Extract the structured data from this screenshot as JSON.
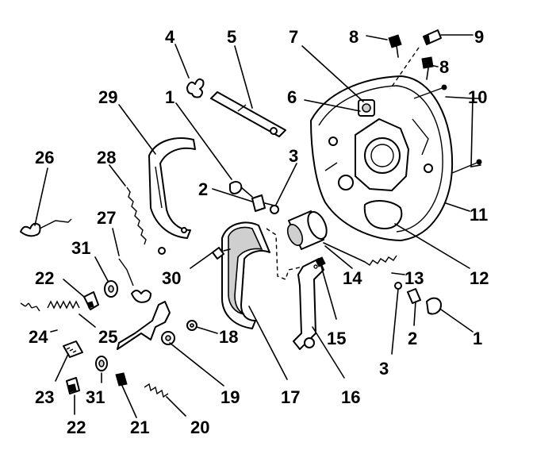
{
  "diagram": {
    "callouts": [
      {
        "id": "c1a",
        "text": "1"
      },
      {
        "id": "c1b",
        "text": "1"
      },
      {
        "id": "c2a",
        "text": "2"
      },
      {
        "id": "c2b",
        "text": "2"
      },
      {
        "id": "c3a",
        "text": "3"
      },
      {
        "id": "c3b",
        "text": "3"
      },
      {
        "id": "c4",
        "text": "4"
      },
      {
        "id": "c5",
        "text": "5"
      },
      {
        "id": "c6",
        "text": "6"
      },
      {
        "id": "c7",
        "text": "7"
      },
      {
        "id": "c8a",
        "text": "8"
      },
      {
        "id": "c8b",
        "text": "8"
      },
      {
        "id": "c9",
        "text": "9"
      },
      {
        "id": "c10",
        "text": "10"
      },
      {
        "id": "c11",
        "text": "11"
      },
      {
        "id": "c12",
        "text": "12"
      },
      {
        "id": "c13",
        "text": "13"
      },
      {
        "id": "c14",
        "text": "14"
      },
      {
        "id": "c15",
        "text": "15"
      },
      {
        "id": "c16",
        "text": "16"
      },
      {
        "id": "c17",
        "text": "17"
      },
      {
        "id": "c18",
        "text": "18"
      },
      {
        "id": "c19",
        "text": "19"
      },
      {
        "id": "c20",
        "text": "20"
      },
      {
        "id": "c21",
        "text": "21"
      },
      {
        "id": "c22a",
        "text": "22"
      },
      {
        "id": "c22b",
        "text": "22"
      },
      {
        "id": "c23",
        "text": "23"
      },
      {
        "id": "c24",
        "text": "24"
      },
      {
        "id": "c25",
        "text": "25"
      },
      {
        "id": "c26",
        "text": "26"
      },
      {
        "id": "c27",
        "text": "27"
      },
      {
        "id": "c28",
        "text": "28"
      },
      {
        "id": "c29",
        "text": "29"
      },
      {
        "id": "c30",
        "text": "30"
      },
      {
        "id": "c31a",
        "text": "31"
      },
      {
        "id": "c31b",
        "text": "31"
      }
    ]
  }
}
